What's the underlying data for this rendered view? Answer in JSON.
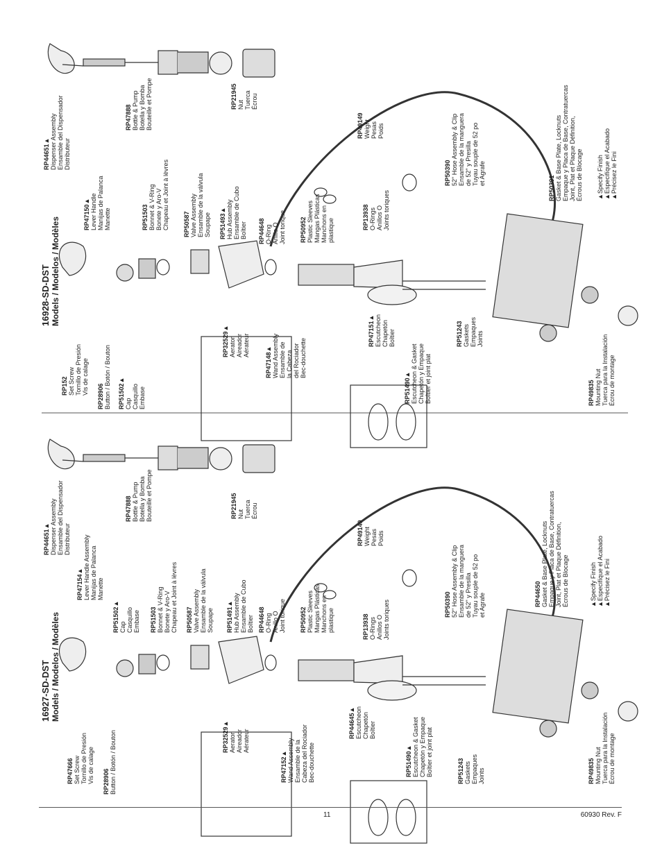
{
  "panels": [
    {
      "id": "top",
      "title": "16928-SD-DST",
      "subtitle": "Models / Modelos / Modèles",
      "parts": [
        {
          "code": "RP44651▲",
          "lines": [
            "Dispenser Assembly",
            "Ensamble del Dispensador",
            "Distributeur"
          ]
        },
        {
          "code": "RP47888",
          "lines": [
            "Bottle & Pump",
            "Botella y Bomba",
            "Bouteille et Pompe"
          ]
        },
        {
          "code": "RP21945",
          "lines": [
            "Nut",
            "Tuerca",
            "Écrou"
          ]
        },
        {
          "code": "RP47150▲",
          "lines": [
            "Lever Handle",
            "Manijas de Palanca",
            "Manette"
          ]
        },
        {
          "code": "RP51503",
          "lines": [
            "Bonnet & V-Ring",
            "Bonete y Aro-V",
            "Chapeau et Joint à lèvres"
          ]
        },
        {
          "code": "RP50587",
          "lines": [
            "Valve Assembly",
            "Ensamble de la válvula",
            "Soupape"
          ]
        },
        {
          "code": "RP51493▲",
          "lines": [
            "Hub Assembly",
            "Ensamble de Cubo",
            "Boîtier"
          ]
        },
        {
          "code": "RP44648",
          "lines": [
            "O-Ring",
            "Anillo O",
            "Joint torique"
          ]
        },
        {
          "code": "RP50952",
          "lines": [
            "Plastic Sleeves",
            "Mangas Plásticas",
            "Manchons en",
            "plastique"
          ]
        },
        {
          "code": "RP13938",
          "lines": [
            "O-Rings",
            "Anillos O",
            "Joints toriques"
          ]
        },
        {
          "code": "RP49149",
          "lines": [
            "Weight",
            "Pesas",
            "Poids"
          ]
        },
        {
          "code": "RP50390",
          "lines": [
            "52\" Hose Assembly & Clip",
            "Ensamble de la manguera",
            "de 52\" y Presilla",
            "Tuyau souple de 52 po",
            "et Agrafe"
          ]
        },
        {
          "code": "RP50391",
          "lines": [
            "Gasket & Base Plate, Locknuts",
            "Empaque y Placa de Base, Contratuercas",
            "Joint, Plat et Plaque Définition,",
            "Écrous de Blocage"
          ]
        },
        {
          "code": "RP152",
          "lines": [
            "Set Screw",
            "Tornillo de Presión",
            "Vis de calage"
          ]
        },
        {
          "code": "RP28906",
          "lines": [
            "Button / Botón / Bouton"
          ]
        },
        {
          "code": "RP51502▲",
          "lines": [
            "Cap",
            "Casquillo",
            "Embase"
          ]
        },
        {
          "code": "RP32529▲",
          "lines": [
            "Aerator",
            "Aireador",
            "Aérateur"
          ]
        },
        {
          "code": "RP47148▲",
          "lines": [
            "Wand Assembly",
            "Ensamble de",
            "la Cabeza",
            "del Rociador",
            "Bec-douchette"
          ]
        },
        {
          "code": "RP47151▲",
          "lines": [
            "Escutcheon",
            "Chapetón",
            "Boîtier"
          ]
        },
        {
          "code": "RP51490▲",
          "lines": [
            "Escutcheon & Gasket",
            "Chapetón y Empaque",
            "Boîtier et joint plat"
          ]
        },
        {
          "code": "RP51243",
          "lines": [
            "Gaskets",
            "Empaques",
            "Joints"
          ]
        },
        {
          "code": "RP49835",
          "lines": [
            "Mounting Nut",
            "Tuerca para la Instalación",
            "Écrou de montage"
          ]
        }
      ],
      "notes": [
        "▲Specify Finish",
        "▲Especifíque el Acabado",
        "▲Précisez le Fini"
      ]
    },
    {
      "id": "bottom",
      "title": "16927-SD-DST",
      "subtitle": "Models / Modelos / Modèles",
      "parts": [
        {
          "code": "RP44651▲",
          "lines": [
            "Dispenser Assembly",
            "Ensamble del Dispensador",
            "Distributeur"
          ]
        },
        {
          "code": "RP47154▲",
          "lines": [
            "Lever Handle Assembly",
            "Manijas de Palanca",
            "Manette"
          ]
        },
        {
          "code": "RP47888",
          "lines": [
            "Bottle & Pump",
            "Botella y Bomba",
            "Bouteille et Pompe"
          ]
        },
        {
          "code": "RP21945",
          "lines": [
            "Nut",
            "Tuerca",
            "Écrou"
          ]
        },
        {
          "code": "RP51502▲",
          "lines": [
            "Cap",
            "Casquillo",
            "Embase"
          ]
        },
        {
          "code": "RP51503",
          "lines": [
            "Bonnet & V-Ring",
            "Bonete y Aro-V",
            "Chapeau et Joint à lèvres"
          ]
        },
        {
          "code": "RP50587",
          "lines": [
            "Valve Assembly",
            "Ensamble de la válvula",
            "Soupape"
          ]
        },
        {
          "code": "RP51491▲",
          "lines": [
            "Hub Assembly",
            "Ensamble de Cubo",
            "Boîtier"
          ]
        },
        {
          "code": "RP44648",
          "lines": [
            "O-Ring",
            "Anillo O",
            "Joint torique"
          ]
        },
        {
          "code": "RP50952",
          "lines": [
            "Plastic Sleeves",
            "Mangas Plásticas",
            "Manchons en",
            "plastique"
          ]
        },
        {
          "code": "RP13938",
          "lines": [
            "O-Rings",
            "Anillos O",
            "Joints toriques"
          ]
        },
        {
          "code": "RP49149",
          "lines": [
            "Weight",
            "Pesas",
            "Poids"
          ]
        },
        {
          "code": "RP50390",
          "lines": [
            "52\" Hose Assembly & Clip",
            "Ensamble de la manguera",
            "de 52\" y Presilla",
            "Tuyau souple de 52 po",
            "et Agrafe"
          ]
        },
        {
          "code": "RP44650",
          "lines": [
            "Gasket & Base Plate, Locknuts",
            "Empaque y Placa de Base, Contratuercas",
            "Joint, Plat et Plaque Définition,",
            "Écrous de Blocage"
          ]
        },
        {
          "code": "RP47666",
          "lines": [
            "Set Screw",
            "Tornillo de Presión",
            "Vis de calage"
          ]
        },
        {
          "code": "RP28906",
          "lines": [
            "Button / Botón / Bouton"
          ]
        },
        {
          "code": "RP32529▲",
          "lines": [
            "Aerator",
            "Aireador",
            "Aérateur"
          ]
        },
        {
          "code": "RP47152▲",
          "lines": [
            "Wand Assembly",
            "Ensamble de la",
            "Cabeza del Rociador",
            "Bec-douchette"
          ]
        },
        {
          "code": "RP44645▲",
          "lines": [
            "Escutcheon",
            "Chapetón",
            "Boîtier"
          ]
        },
        {
          "code": "RP51490▲",
          "lines": [
            "Escutcheon & Gasket",
            "Chapetón y Empaque",
            "Boîtier et joint plat"
          ]
        },
        {
          "code": "RP51243",
          "lines": [
            "Gaskets",
            "Empaques",
            "Joints"
          ]
        },
        {
          "code": "RP49835",
          "lines": [
            "Mounting Nut",
            "Tuerca para la Instalación",
            "Écrou de montage"
          ]
        }
      ],
      "notes": [
        "▲Specify Finish",
        "▲Especifíque el Acabado",
        "▲Précisez le Fini"
      ]
    }
  ],
  "footer": {
    "page_number": "11",
    "doc_number": "60930   Rev. F"
  }
}
